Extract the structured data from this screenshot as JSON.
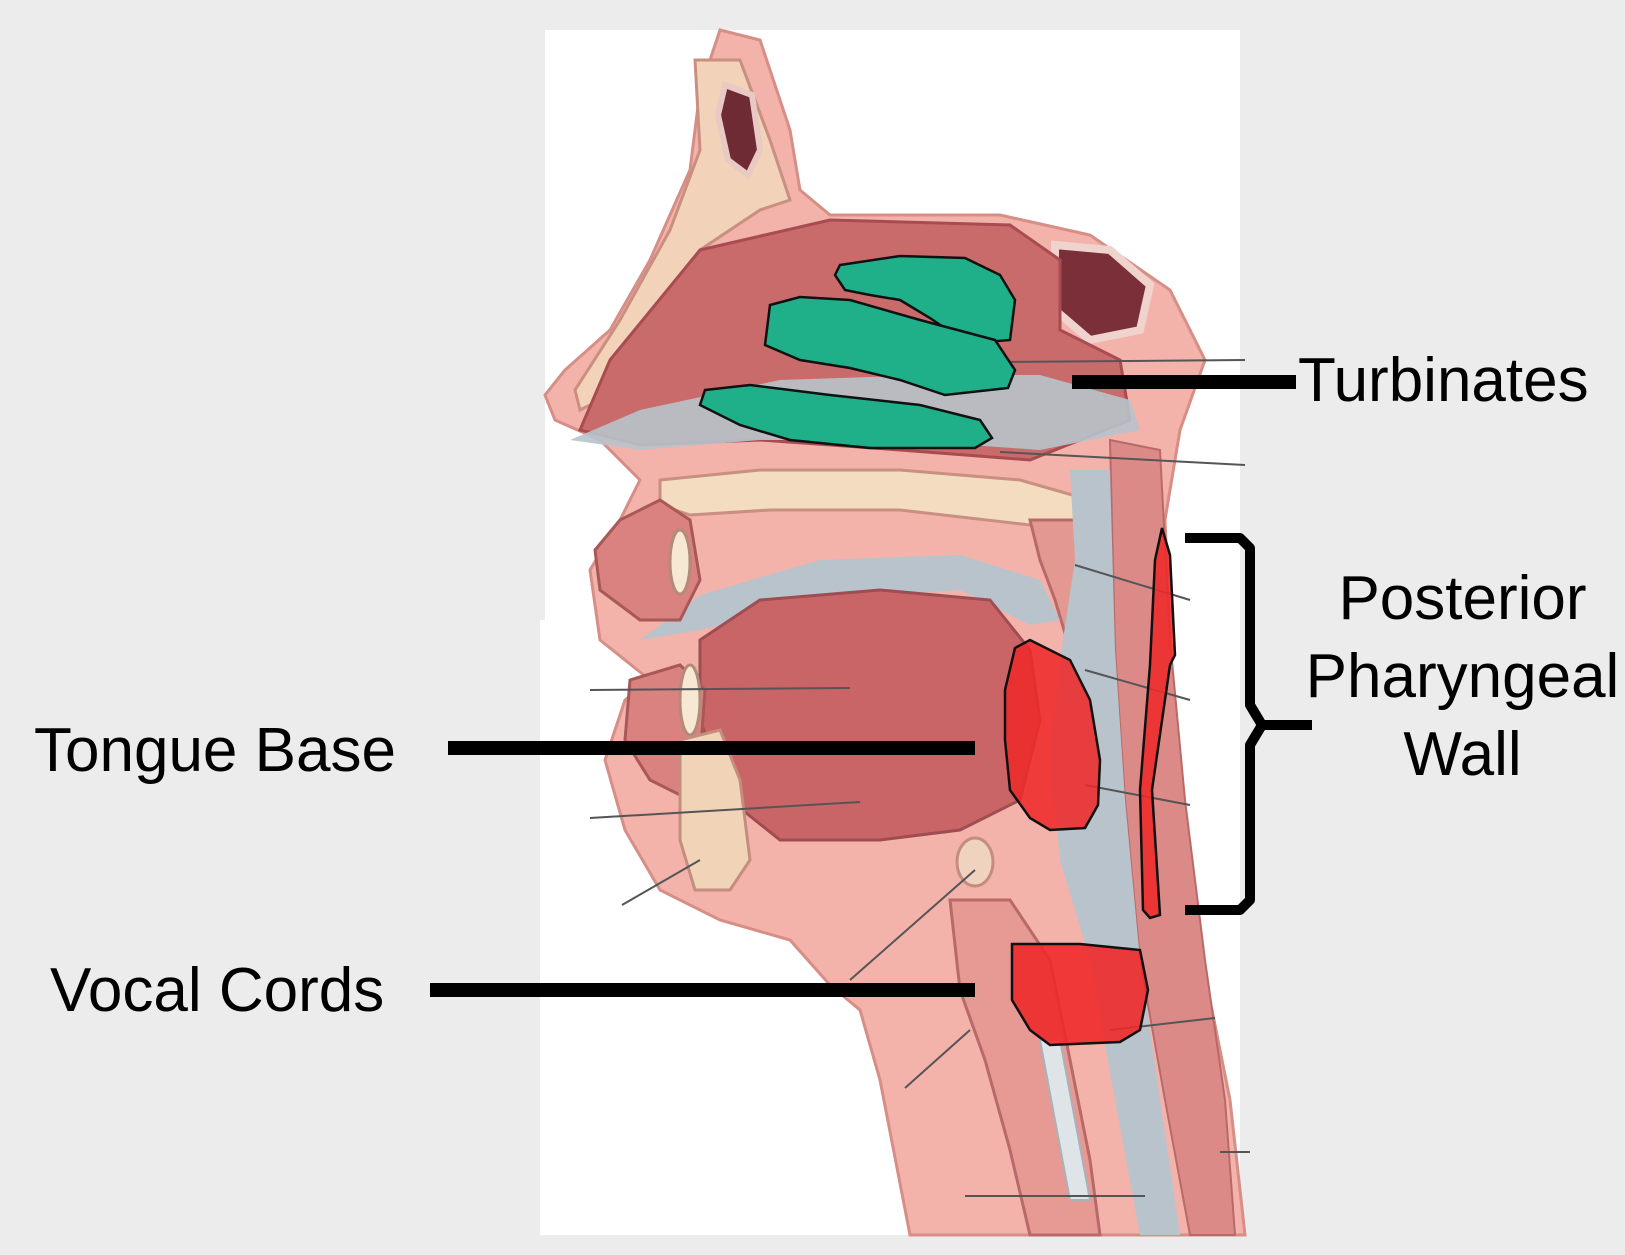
{
  "labels": {
    "turbinates": "Turbinates",
    "tongue_base": "Tongue Base",
    "vocal_cords": "Vocal Cords",
    "posterior_pharyngeal_wall": [
      "Posterior",
      "Pharyngeal",
      "Wall"
    ]
  },
  "colors": {
    "background": "#ececec",
    "turbinate_highlight": "#1fb08a",
    "obstruction_highlight": "#ee2a2a",
    "skin": "#f2a9a0",
    "tissue": "#c85a5a",
    "airway": "#b9c4cc",
    "bone": "#f3dcc0",
    "leader_line": "#000000"
  }
}
